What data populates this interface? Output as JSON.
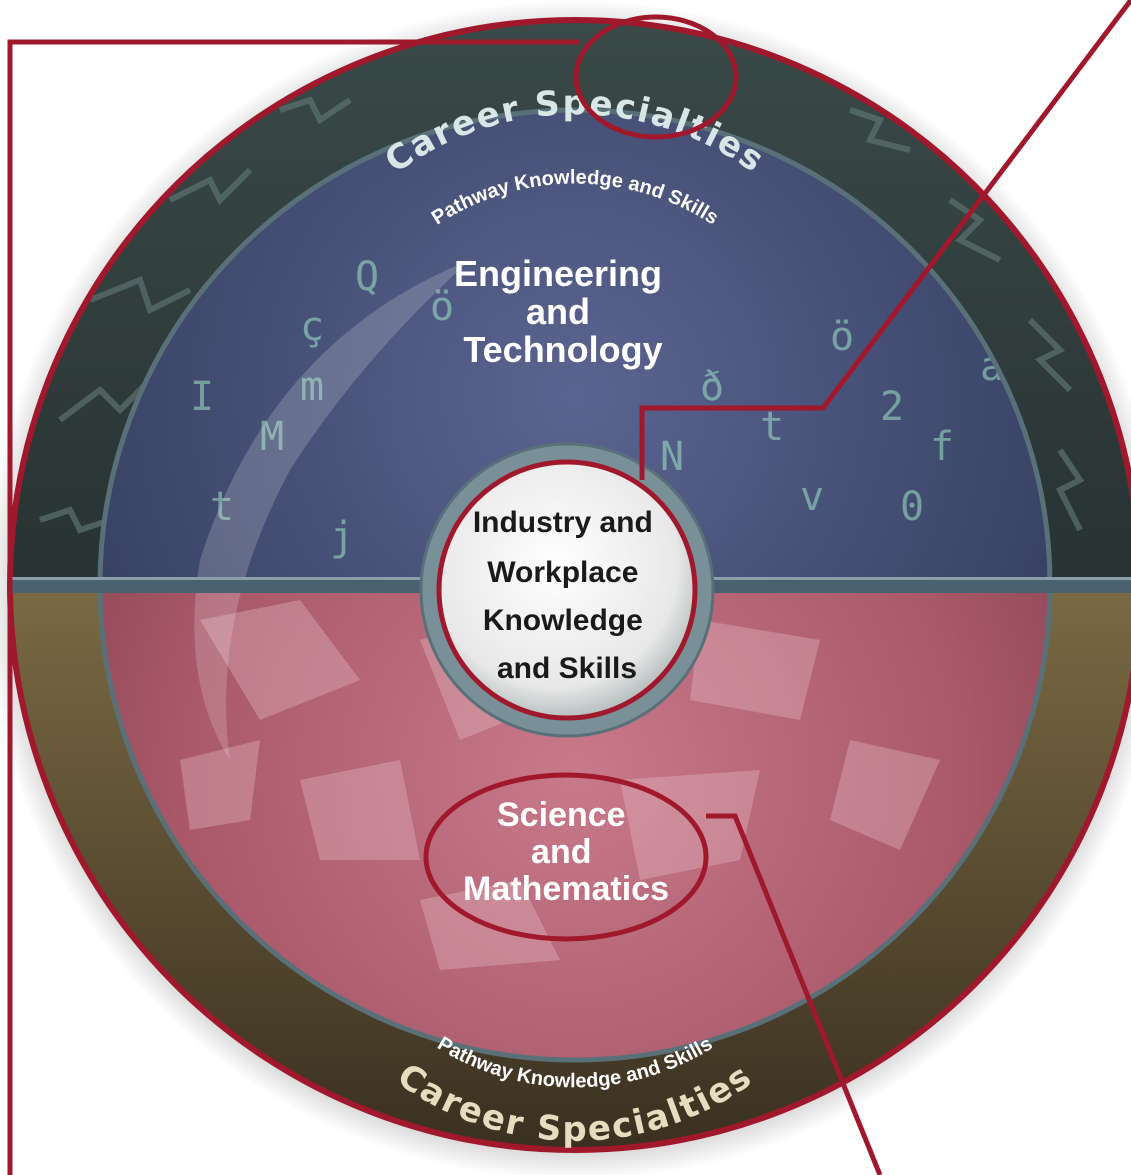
{
  "diagram": {
    "outer_ring_top": "Career Specialties",
    "outer_ring_bottom": "Career Specialties",
    "inner_arc_top": "Pathway Knowledge and Skills",
    "inner_arc_bottom": "Pathway Knowledge and Skills",
    "top_half": [
      "Engineering",
      "and",
      "Technology"
    ],
    "bottom_half": [
      "Science",
      "and",
      "Mathematics"
    ],
    "center": [
      "Industry and",
      "Workplace",
      "Knowledge",
      "and Skills"
    ]
  },
  "colors": {
    "accent_red": "#a0182c",
    "top_disc": "#3f4a6e",
    "bottom_disc": "#b06072",
    "outer_ring_top": "#1e2a2a",
    "outer_ring_bottom": "#5a4a2c",
    "center_fill": "#f4f4f4"
  }
}
